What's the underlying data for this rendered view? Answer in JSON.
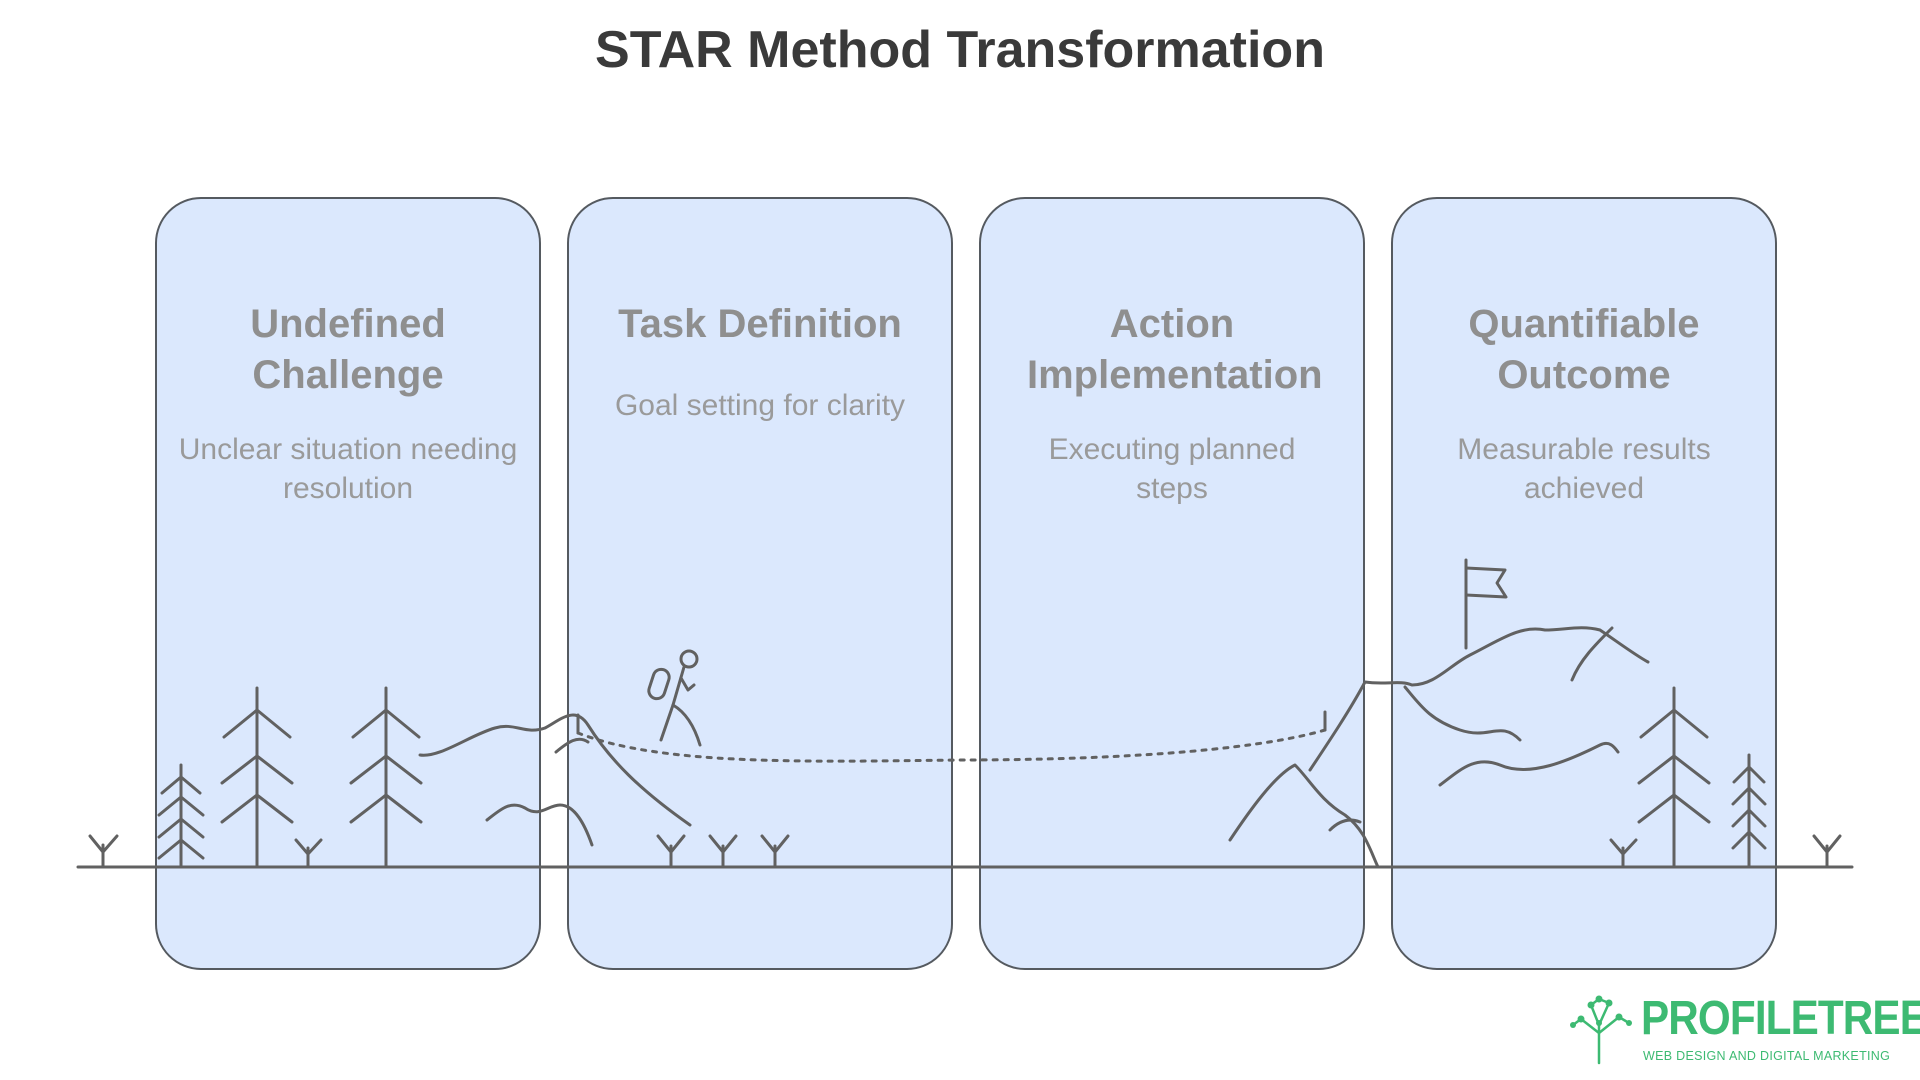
{
  "title": "STAR Method Transformation",
  "stages": [
    {
      "heading": "Undefined Challenge",
      "description": "Unclear situation needing resolution"
    },
    {
      "heading": "Task Definition",
      "description": "Goal setting for clarity"
    },
    {
      "heading": "Action Implementation",
      "description": "Executing planned steps"
    },
    {
      "heading": "Quantifiable Outcome",
      "description": "Measurable results achieved"
    }
  ],
  "logo": {
    "wordmark": "PROFILETREE",
    "tagline": "WEB DESIGN AND DIGITAL MARKETING",
    "color": "#3dba72"
  },
  "colors": {
    "panel_fill": "#dbe8fd",
    "panel_border": "#555a60",
    "heading_text": "#8f8f8f",
    "title_text": "#3a3a3a"
  },
  "icons": [
    "pine-tree-icon",
    "grass-tuft-icon",
    "hill-icon",
    "hiker-icon",
    "mountain-icon",
    "flag-icon",
    "dashed-path"
  ]
}
